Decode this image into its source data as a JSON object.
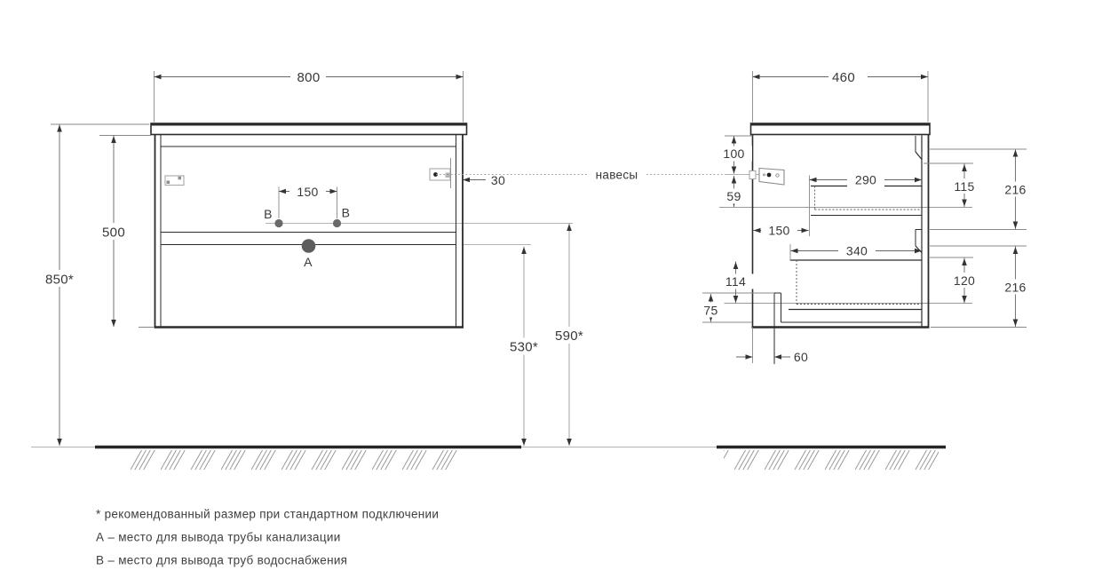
{
  "drawing": {
    "front_view": {
      "width": "800",
      "height": "500",
      "mount_height": "850*",
      "hanger_offset": "30",
      "outlet_spacing": "150",
      "drain_outlet_height": "530*",
      "water_outlet_height": "590*",
      "point_a": "A",
      "point_b": "B"
    },
    "side_view": {
      "depth": "460",
      "top_clearance": "100",
      "hanger_drop": "59",
      "drawer1_depth": "290",
      "back_clearance": "150",
      "drawer2_depth": "340",
      "drawer2_inner_height": "114",
      "plinth_height": "75",
      "back_rail_offset": "60",
      "drawer1_inner_height": "115",
      "drawer2_opening_height": "120",
      "drawer1_front_height": "216",
      "drawer2_front_height": "216"
    },
    "hangers_label": "навесы",
    "legend": [
      "* рекомендованный размер при стандартном подключении",
      "А – место для вывода трубы канализации",
      "В – место для вывода труб водоснабжения"
    ],
    "colors": {
      "object_line": "#2b2b2b",
      "dimension_line": "#666666",
      "guide_line": "#b3b3b3",
      "text": "#383838",
      "hatch": "#9a9a9a",
      "floor": "#262626",
      "bracket": "#a8a8a8"
    }
  }
}
